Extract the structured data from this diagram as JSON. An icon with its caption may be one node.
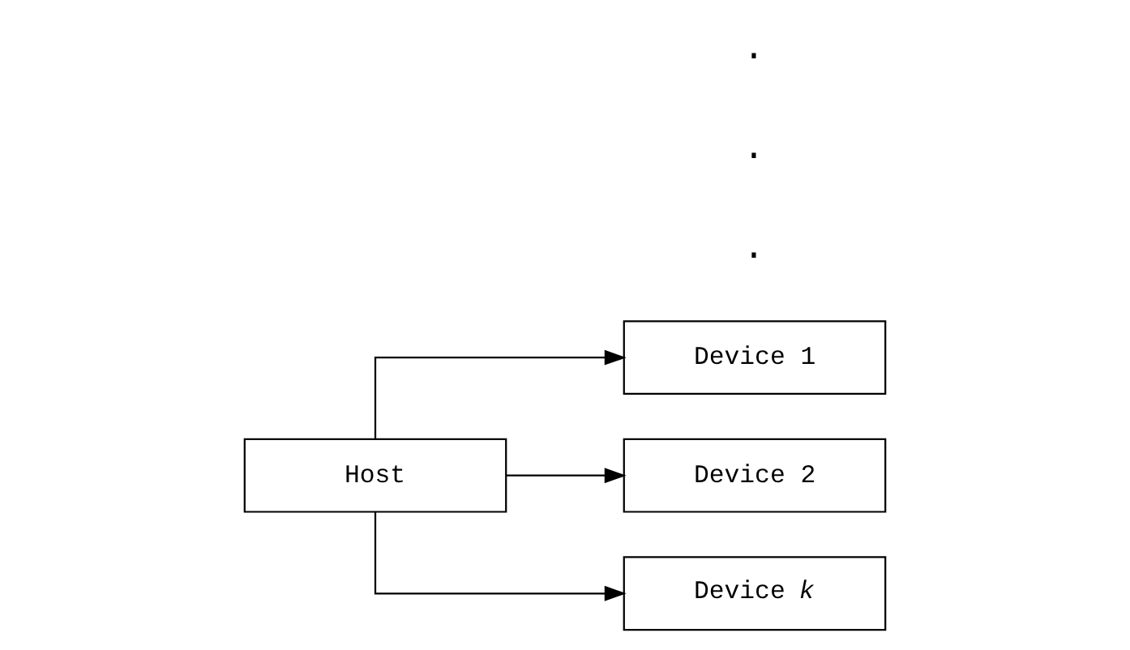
{
  "diagram": {
    "nodes": [
      {
        "text": [
          "Host"
        ]
      },
      {
        "text": [
          "Device 1"
        ]
      },
      {
        "text": [
          "Device 2"
        ]
      },
      {
        "text": [
          "Device *k*"
        ]
      }
    ],
    "edges": [
      {
        "from": 0,
        "to": 1,
        "arrow": "to"
      },
      {
        "from": 0,
        "to": 2,
        "arrow": "to"
      },
      {
        "from": 0,
        "to": 3,
        "arrow": "to"
      }
    ],
    "labels": [
      ".",
      ".",
      "."
    ]
  }
}
